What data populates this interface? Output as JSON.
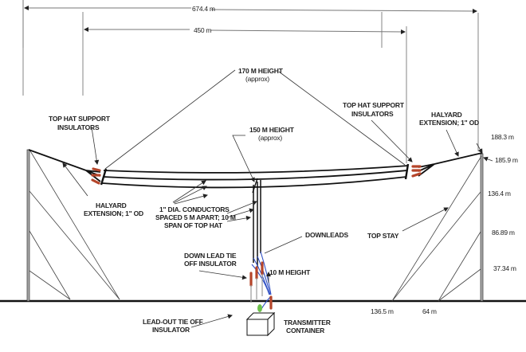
{
  "dimensions": {
    "overall_span": "674.4 m",
    "top_hat_span": "450 m"
  },
  "labels": {
    "top_height_line1": "170 M HEIGHT",
    "top_height_line2": "(approx)",
    "mid_height_line1": "150 M HEIGHT",
    "mid_height_line2": "(approx)",
    "left_insulators_line1": "TOP HAT SUPPORT",
    "left_insulators_line2": "INSULATORS",
    "right_insulators_line1": "TOP HAT SUPPORT",
    "right_insulators_line2": "INSULATORS",
    "right_halyard_line1": "HALYARD",
    "right_halyard_line2": "EXTENSION; 1\" OD",
    "left_halyard_line1": "HALYARD",
    "left_halyard_line2": "EXTENSION; 1\" OD",
    "conductors_line1": "1\" DIA. CONDUCTORS",
    "conductors_line2": "SPACED 5 M APART; 10 M",
    "conductors_line3": "SPAN OF TOP HAT",
    "downleads": "DOWNLEADS",
    "downlead_tie_line1": "DOWN LEAD TIE",
    "downlead_tie_line2": "OFF INSULATOR",
    "ten_m_height": "10 M HEIGHT",
    "top_stay": "TOP STAY",
    "leadout_line1": "LEAD-OUT TIE OFF",
    "leadout_line2": "INSULATOR",
    "transmitter_line1": "TRANSMITTER",
    "transmitter_line2": "CONTAINER"
  },
  "mast_heights": {
    "top": "188.3 m",
    "halyard_point": "185.9 m",
    "stay_1": "136.4 m",
    "stay_2": "86.89 m",
    "stay_3": "37.34 m"
  },
  "ground_distances": {
    "far_anchor": "136.5 m",
    "near_anchor": "64 m"
  },
  "colors": {
    "insulator": "#b5452a",
    "downlead": "#2f4fc4",
    "leadout_insulator": "#6cc04a",
    "wire": "#111111"
  }
}
